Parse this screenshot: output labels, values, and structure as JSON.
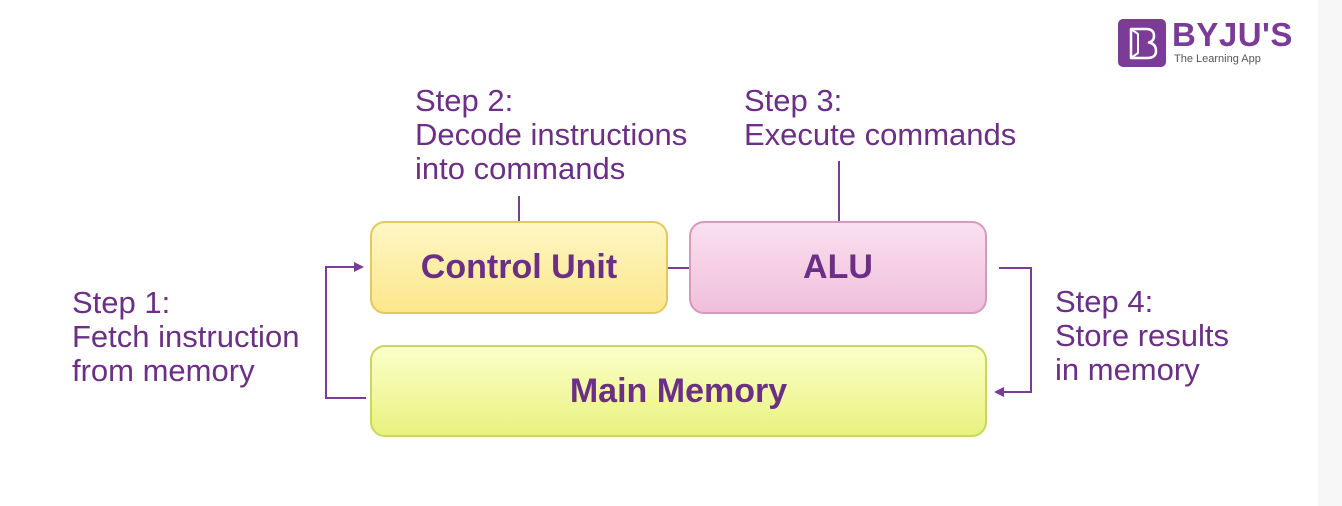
{
  "steps": {
    "step1": {
      "title": "Step 1:",
      "lines": [
        "Fetch instruction",
        "from memory"
      ]
    },
    "step2": {
      "title": "Step 2:",
      "lines": [
        "Decode instructions",
        "into commands"
      ]
    },
    "step3": {
      "title": "Step 3:",
      "lines": [
        "Execute commands"
      ]
    },
    "step4": {
      "title": "Step 4:",
      "lines": [
        "Store results",
        "in memory"
      ]
    }
  },
  "boxes": {
    "control_unit": "Control Unit",
    "alu": "ALU",
    "main_memory": "Main Memory"
  },
  "logo": {
    "name": "BYJU'S",
    "tagline": "The Learning App"
  },
  "colors": {
    "text": "#6b2f86",
    "connector": "#7b3c97",
    "brand": "#7b3c97",
    "control_unit_fill": "#fbe78c",
    "alu_fill": "#f0bedb",
    "main_memory_fill": "#e8f27e"
  }
}
